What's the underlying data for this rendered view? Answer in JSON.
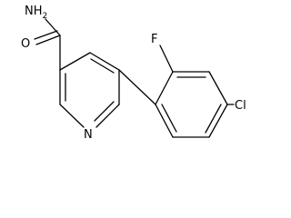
{
  "molecule": {
    "atoms": {
      "amide_n": "NH",
      "amide_n_subscript": "2",
      "amide_o": "O",
      "ring_n": "N",
      "fluorine": "F",
      "chlorine": "Cl"
    }
  }
}
